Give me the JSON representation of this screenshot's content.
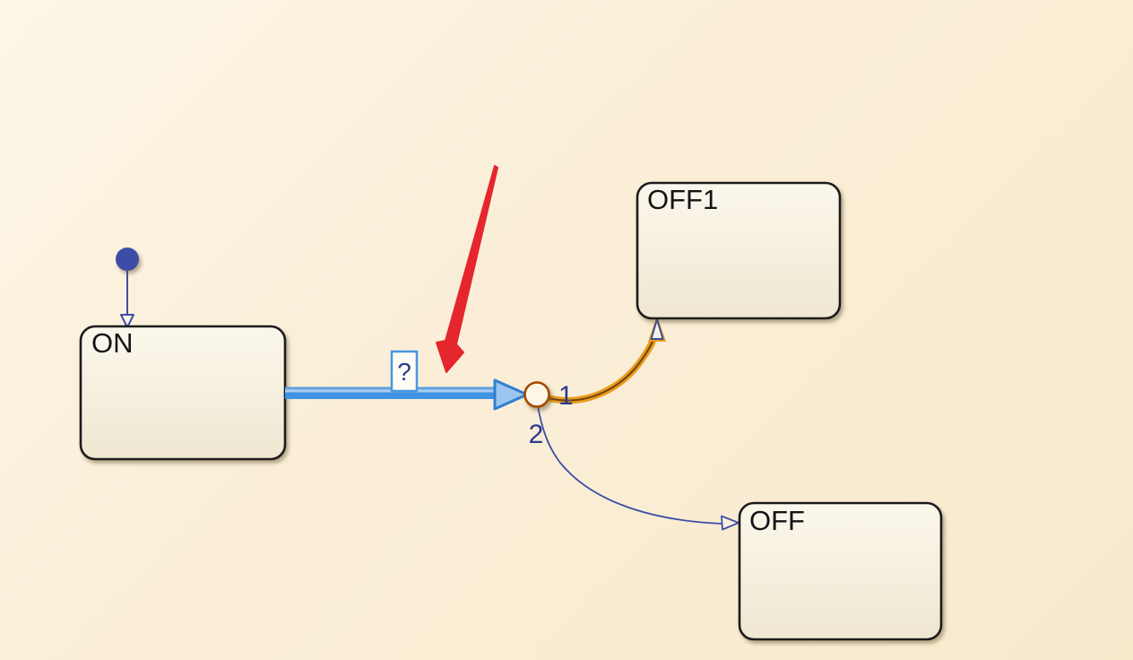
{
  "diagram": {
    "type": "stateflow-state-machine",
    "background": "#F9EDD4",
    "states": [
      {
        "label": "ON"
      },
      {
        "label": "OFF1"
      },
      {
        "label": "OFF"
      }
    ],
    "default_transition": {
      "target": "ON"
    },
    "junction": {
      "shape": "connective-junction"
    },
    "transitions": [
      {
        "label": "?",
        "from": "ON",
        "to": "junction",
        "selected": true,
        "color": "#3F93E2"
      },
      {
        "label": "1",
        "from": "junction",
        "to": "OFF1",
        "highlighted": true,
        "color": "#EC9A1A"
      },
      {
        "label": "2",
        "from": "junction",
        "to": "OFF",
        "color": "#3E4EA5"
      }
    ],
    "annotation": {
      "shape": "red-arrow",
      "color": "#E5262D"
    },
    "colors": {
      "state_border": "#1B1B1B",
      "state_fill_top": "#FBF7EC",
      "state_fill_bottom": "#EFE7D1",
      "selected_blue": "#3F93E2",
      "highlight_orange": "#EC9A1A",
      "transition_navy": "#3E4EA5",
      "junction_border": "#A34A00",
      "label_navy": "#2B3990",
      "annotation_red": "#E5262D"
    }
  }
}
